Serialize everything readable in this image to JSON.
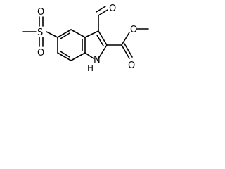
{
  "molecule": {
    "atoms": {
      "oxygen_aldehyde": "O",
      "oxygen_carbonyl": "O",
      "oxygen_ester": "O",
      "sulfur": "S",
      "oxygen_sulfonyl_top": "O",
      "oxygen_sulfonyl_bottom": "O",
      "nitrogen": "N",
      "hydrogen": "H"
    }
  }
}
